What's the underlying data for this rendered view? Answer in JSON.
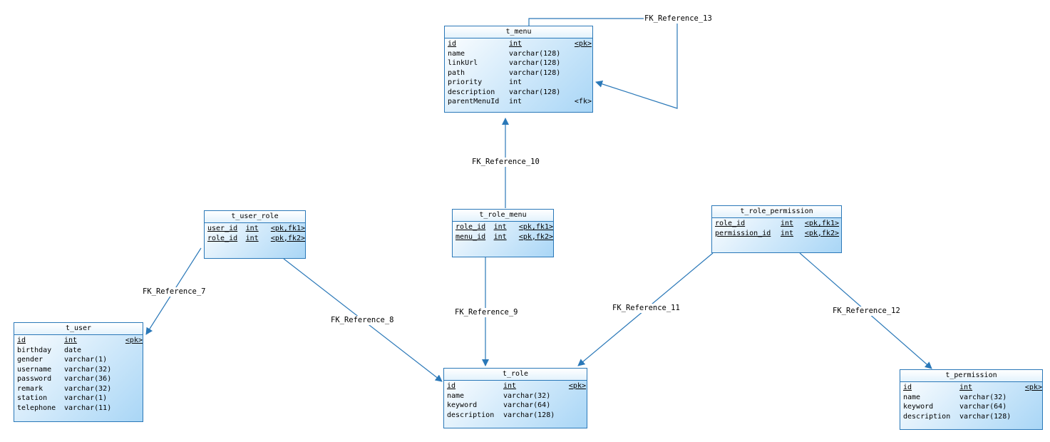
{
  "entities": {
    "t_menu": {
      "title": "t_menu",
      "rows": [
        {
          "name": "id",
          "type": "int",
          "key": "<pk>",
          "underline": true
        },
        {
          "name": "name",
          "type": "varchar(128)",
          "key": ""
        },
        {
          "name": "linkUrl",
          "type": "varchar(128)",
          "key": ""
        },
        {
          "name": "path",
          "type": "varchar(128)",
          "key": ""
        },
        {
          "name": "priority",
          "type": "int",
          "key": ""
        },
        {
          "name": "description",
          "type": "varchar(128)",
          "key": ""
        },
        {
          "name": "parentMenuId",
          "type": "int",
          "key": "<fk>"
        }
      ]
    },
    "t_user_role": {
      "title": "t_user_role",
      "rows": [
        {
          "name": "user_id",
          "type": "int",
          "key": "<pk,fk1>",
          "underline": true
        },
        {
          "name": "role_id",
          "type": "int",
          "key": "<pk,fk2>",
          "underline": true
        }
      ]
    },
    "t_role_menu": {
      "title": "t_role_menu",
      "rows": [
        {
          "name": "role_id",
          "type": "int",
          "key": "<pk,fk1>",
          "underline": true
        },
        {
          "name": "menu_id",
          "type": "int",
          "key": "<pk,fk2>",
          "underline": true
        }
      ]
    },
    "t_role_permission": {
      "title": "t_role_permission",
      "rows": [
        {
          "name": "role_id",
          "type": "int",
          "key": "<pk,fk1>",
          "underline": true
        },
        {
          "name": "permission_id",
          "type": "int",
          "key": "<pk,fk2>",
          "underline": true
        }
      ]
    },
    "t_user": {
      "title": "t_user",
      "rows": [
        {
          "name": "id",
          "type": "int",
          "key": "<pk>",
          "underline": true
        },
        {
          "name": "birthday",
          "type": "date",
          "key": ""
        },
        {
          "name": "gender",
          "type": "varchar(1)",
          "key": ""
        },
        {
          "name": "username",
          "type": "varchar(32)",
          "key": ""
        },
        {
          "name": "password",
          "type": "varchar(36)",
          "key": ""
        },
        {
          "name": "remark",
          "type": "varchar(32)",
          "key": ""
        },
        {
          "name": "station",
          "type": "varchar(1)",
          "key": ""
        },
        {
          "name": "telephone",
          "type": "varchar(11)",
          "key": ""
        }
      ]
    },
    "t_role": {
      "title": "t_role",
      "rows": [
        {
          "name": "id",
          "type": "int",
          "key": "<pk>",
          "underline": true
        },
        {
          "name": "name",
          "type": "varchar(32)",
          "key": ""
        },
        {
          "name": "keyword",
          "type": "varchar(64)",
          "key": ""
        },
        {
          "name": "description",
          "type": "varchar(128)",
          "key": ""
        }
      ]
    },
    "t_permission": {
      "title": "t_permission",
      "rows": [
        {
          "name": "id",
          "type": "int",
          "key": "<pk>",
          "underline": true
        },
        {
          "name": "name",
          "type": "varchar(32)",
          "key": ""
        },
        {
          "name": "keyword",
          "type": "varchar(64)",
          "key": ""
        },
        {
          "name": "description",
          "type": "varchar(128)",
          "key": ""
        }
      ]
    }
  },
  "references": {
    "fk7": "FK_Reference_7",
    "fk8": "FK_Reference_8",
    "fk9": "FK_Reference_9",
    "fk10": "FK_Reference_10",
    "fk11": "FK_Reference_11",
    "fk12": "FK_Reference_12",
    "fk13": "FK_Reference_13"
  },
  "colors": {
    "line": "#2a78b8",
    "entity_border": "#2a78b8",
    "entity_fill": "#a9d6f6"
  }
}
